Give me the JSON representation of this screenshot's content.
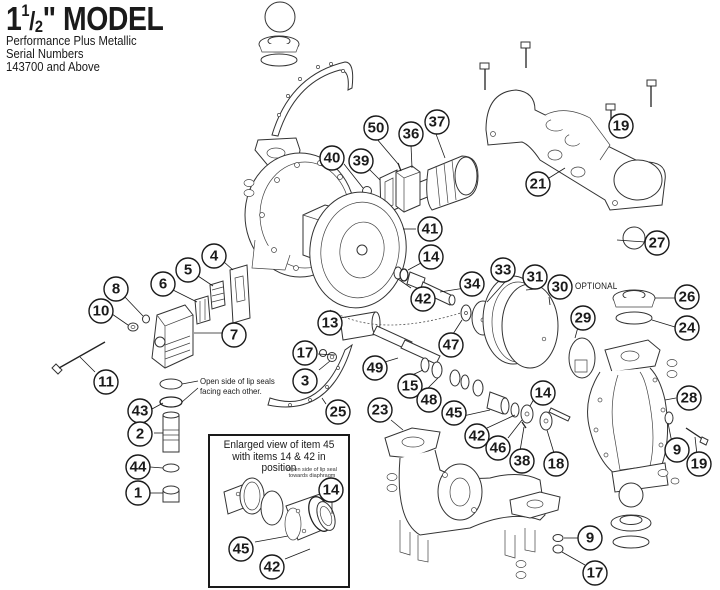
{
  "header": {
    "title_whole": "1",
    "title_frac_num": "1",
    "title_frac_den": "2",
    "title_rest": "\" MODEL",
    "subtitle_lines": [
      "Performance Plus Metallic",
      "Serial Numbers",
      "143700 and Above"
    ]
  },
  "annotations": {
    "optional": "OPTIONAL",
    "lip_seal_note": "Open side of lip seals facing each other."
  },
  "inset": {
    "title_line1": "Enlarged view of item 45",
    "title_line2": "with items 14 & 42 in position",
    "note": "Open side of lip seal towards diaphragm",
    "callouts": [
      "14",
      "45",
      "42"
    ]
  },
  "callouts": [
    {
      "id": "c50",
      "label": "50"
    },
    {
      "id": "c36",
      "label": "36"
    },
    {
      "id": "c37",
      "label": "37"
    },
    {
      "id": "c40",
      "label": "40"
    },
    {
      "id": "c39",
      "label": "39"
    },
    {
      "id": "c19a",
      "label": "19"
    },
    {
      "id": "c21",
      "label": "21"
    },
    {
      "id": "c41",
      "label": "41"
    },
    {
      "id": "c27",
      "label": "27"
    },
    {
      "id": "c4",
      "label": "4"
    },
    {
      "id": "c5",
      "label": "5"
    },
    {
      "id": "c6",
      "label": "6"
    },
    {
      "id": "c14a",
      "label": "14"
    },
    {
      "id": "c8",
      "label": "8"
    },
    {
      "id": "c10",
      "label": "10"
    },
    {
      "id": "c7",
      "label": "7"
    },
    {
      "id": "c42a",
      "label": "42"
    },
    {
      "id": "c34",
      "label": "34"
    },
    {
      "id": "c33",
      "label": "33"
    },
    {
      "id": "c31",
      "label": "31"
    },
    {
      "id": "c30",
      "label": "30"
    },
    {
      "id": "c26",
      "label": "26"
    },
    {
      "id": "c24",
      "label": "24"
    },
    {
      "id": "c13",
      "label": "13"
    },
    {
      "id": "c47",
      "label": "47"
    },
    {
      "id": "c29",
      "label": "29"
    },
    {
      "id": "c11",
      "label": "11"
    },
    {
      "id": "c17a",
      "label": "17"
    },
    {
      "id": "c3",
      "label": "3"
    },
    {
      "id": "c49",
      "label": "49"
    },
    {
      "id": "c15",
      "label": "15"
    },
    {
      "id": "c48",
      "label": "48"
    },
    {
      "id": "c43",
      "label": "43"
    },
    {
      "id": "c25",
      "label": "25"
    },
    {
      "id": "c23",
      "label": "23"
    },
    {
      "id": "c45a",
      "label": "45"
    },
    {
      "id": "c14b",
      "label": "14"
    },
    {
      "id": "c28",
      "label": "28"
    },
    {
      "id": "c2",
      "label": "2"
    },
    {
      "id": "c42b",
      "label": "42"
    },
    {
      "id": "c46",
      "label": "46"
    },
    {
      "id": "c9a",
      "label": "9"
    },
    {
      "id": "c19b",
      "label": "19"
    },
    {
      "id": "c38",
      "label": "38"
    },
    {
      "id": "c18",
      "label": "18"
    },
    {
      "id": "c44",
      "label": "44"
    },
    {
      "id": "c1",
      "label": "1"
    },
    {
      "id": "c9b",
      "label": "9"
    },
    {
      "id": "c17b",
      "label": "17"
    }
  ]
}
